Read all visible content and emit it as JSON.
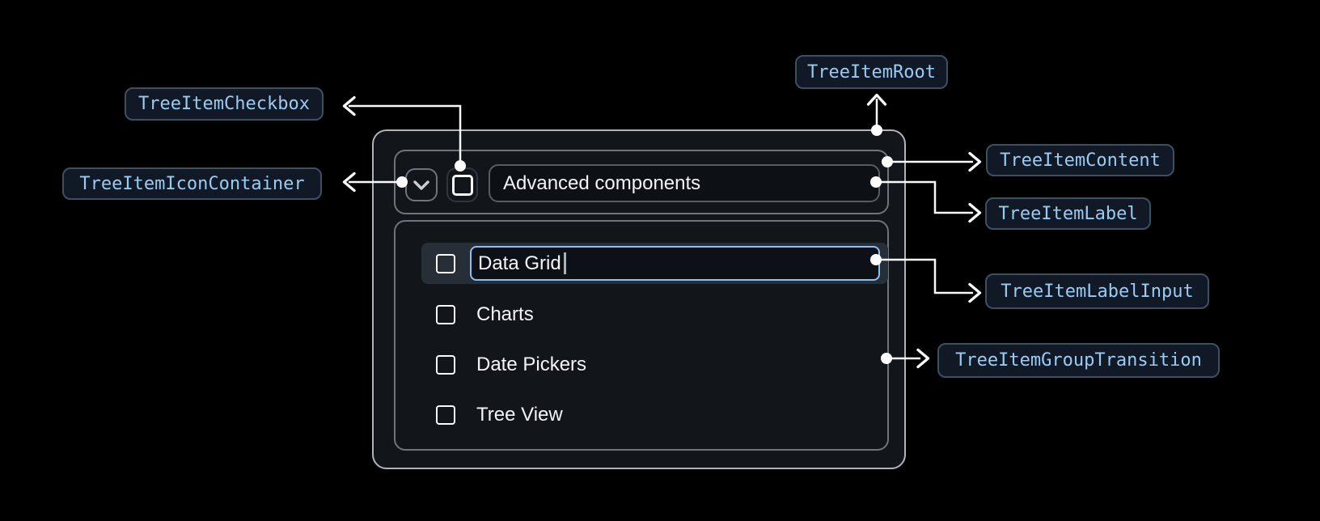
{
  "annotations": {
    "checkbox": {
      "label": "TreeItemCheckbox"
    },
    "icon_container": {
      "label": "TreeItemIconContainer"
    },
    "root": {
      "label": "TreeItemRoot"
    },
    "content": {
      "label": "TreeItemContent"
    },
    "label": {
      "label": "TreeItemLabel"
    },
    "label_input": {
      "label": "TreeItemLabelInput"
    },
    "group_transition": {
      "label": "TreeItemGroupTransition"
    }
  },
  "tree": {
    "root_item": {
      "label": "Advanced components",
      "checked": false,
      "expanded": true
    },
    "editing_item": {
      "input_value": "Data Grid",
      "checked": false,
      "selected": true
    },
    "items": [
      {
        "label": "Charts",
        "checked": false
      },
      {
        "label": "Date Pickers",
        "checked": false
      },
      {
        "label": "Tree View",
        "checked": false
      }
    ]
  },
  "icons": {
    "expand": "chevron-down-icon",
    "checkbox": "checkbox-unchecked-icon"
  },
  "colors": {
    "annotation_text": "#99CCF3",
    "annotation_bg": "#111927",
    "annotation_border": "#3E5060",
    "connector": "#F8FAFC",
    "input_focus_border": "#88C2F2",
    "selected_row_bg": "#272E38"
  }
}
